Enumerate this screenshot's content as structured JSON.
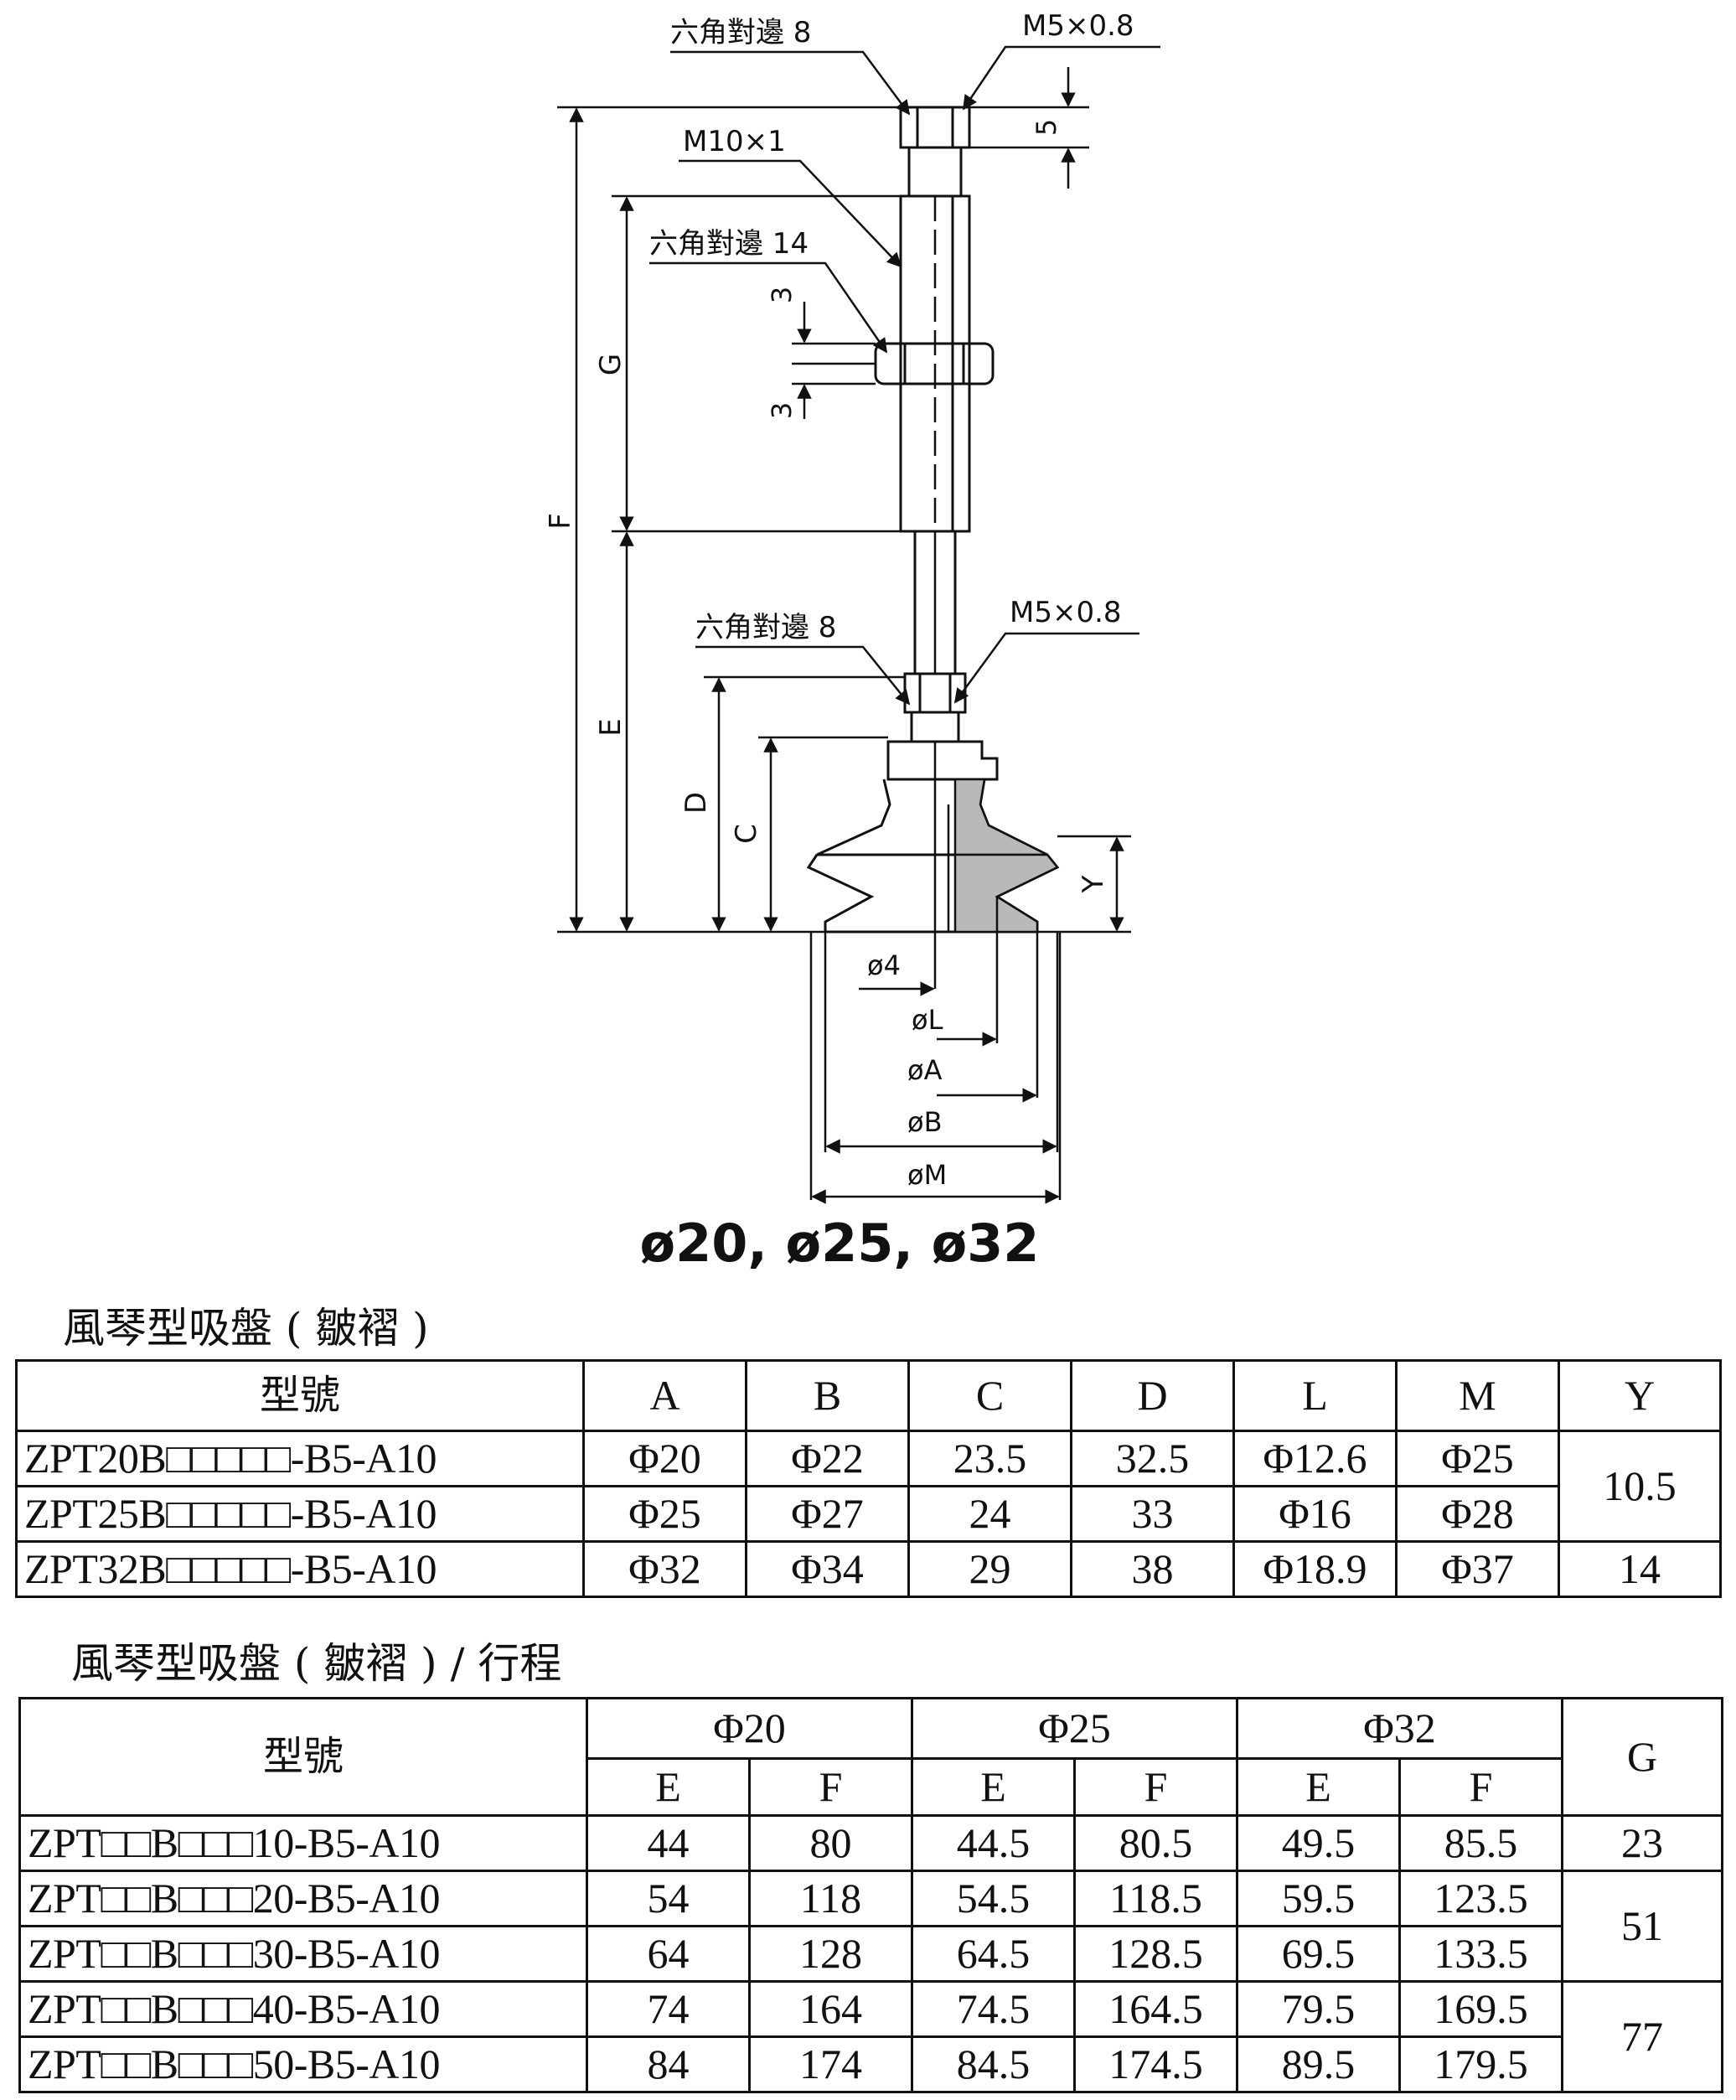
{
  "diagram": {
    "callouts": {
      "hex_top": "六角對邊 8",
      "thread_top": "M5×0.8",
      "dim_top_5": "5",
      "thread_m10": "M10×1",
      "hex_mid": "六角對邊 14",
      "dim_3_upper": "3",
      "dim_3_lower": "3",
      "hex_low": "六角對邊 8",
      "thread_low": "M5×0.8"
    },
    "dimensions": {
      "F": "F",
      "G": "G",
      "E": "E",
      "D": "D",
      "C": "C",
      "Y": "Y",
      "d4": "ø4",
      "dL": "øL",
      "dA": "øA",
      "dB": "øB",
      "dM": "øM"
    },
    "sizes_caption": "ø20, ø25, ø32"
  },
  "table1": {
    "title": "風琴型吸盤 ( 皺褶 )",
    "headers": [
      "型號",
      "A",
      "B",
      "C",
      "D",
      "L",
      "M",
      "Y"
    ],
    "rows": [
      {
        "model": "ZPT20B□□□□□-B5-A10",
        "A": "Φ20",
        "B": "Φ22",
        "C": "23.5",
        "D": "32.5",
        "L": "Φ12.6",
        "M": "Φ25"
      },
      {
        "model": "ZPT25B□□□□□-B5-A10",
        "A": "Φ25",
        "B": "Φ27",
        "C": "24",
        "D": "33",
        "L": "Φ16",
        "M": "Φ28"
      },
      {
        "model": "ZPT32B□□□□□-B5-A10",
        "A": "Φ32",
        "B": "Φ34",
        "C": "29",
        "D": "38",
        "L": "Φ18.9",
        "M": "Φ37"
      }
    ],
    "Y_group1": "10.5",
    "Y_group2": "14"
  },
  "table2": {
    "title": "風琴型吸盤 ( 皺褶 ) / 行程",
    "model_header": "型號",
    "groups": [
      "Φ20",
      "Φ25",
      "Φ32"
    ],
    "sub_E": "E",
    "sub_F": "F",
    "G_header": "G",
    "rows": [
      {
        "model": "ZPT□□B□□□10-B5-A10",
        "v": [
          "44",
          "80",
          "44.5",
          "80.5",
          "49.5",
          "85.5"
        ]
      },
      {
        "model": "ZPT□□B□□□20-B5-A10",
        "v": [
          "54",
          "118",
          "54.5",
          "118.5",
          "59.5",
          "123.5"
        ]
      },
      {
        "model": "ZPT□□B□□□30-B5-A10",
        "v": [
          "64",
          "128",
          "64.5",
          "128.5",
          "69.5",
          "133.5"
        ]
      },
      {
        "model": "ZPT□□B□□□40-B5-A10",
        "v": [
          "74",
          "164",
          "74.5",
          "164.5",
          "79.5",
          "169.5"
        ]
      },
      {
        "model": "ZPT□□B□□□50-B5-A10",
        "v": [
          "84",
          "174",
          "84.5",
          "174.5",
          "89.5",
          "179.5"
        ]
      }
    ],
    "G_values": [
      "23",
      "51",
      "77"
    ]
  }
}
